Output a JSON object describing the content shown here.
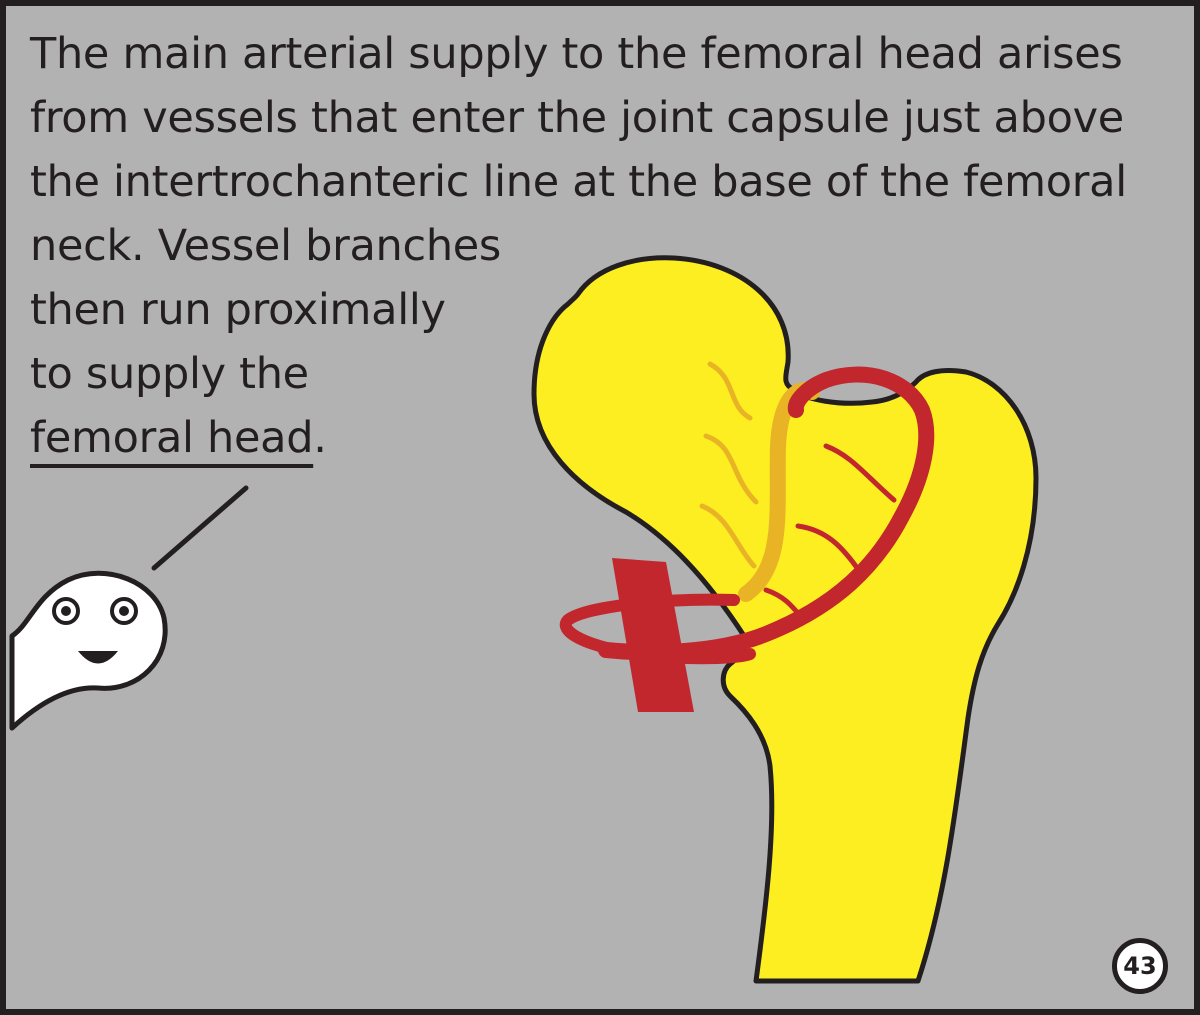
{
  "caption": {
    "lines": [
      "The main arterial supply to the femoral head arises",
      "from vessels that enter the joint capsule just above",
      "the intertrochanteric line at the base of the femoral",
      "neck. Vessel branches",
      "then run proximally",
      "to supply the"
    ],
    "underlined": "femoral head",
    "trailing": "."
  },
  "page_number": "43",
  "colors": {
    "panel_background": "#b2b2b2",
    "outline": "#231f20",
    "bone": "#fdee21",
    "artery": "#c1272d",
    "hidden_vessel": "#e8b426",
    "character": "#ffffff"
  },
  "icons": {
    "character": "smiling-ghost-narrator",
    "bone": "proximal-femur",
    "vessels": "medial-circumflex-femoral-artery"
  }
}
